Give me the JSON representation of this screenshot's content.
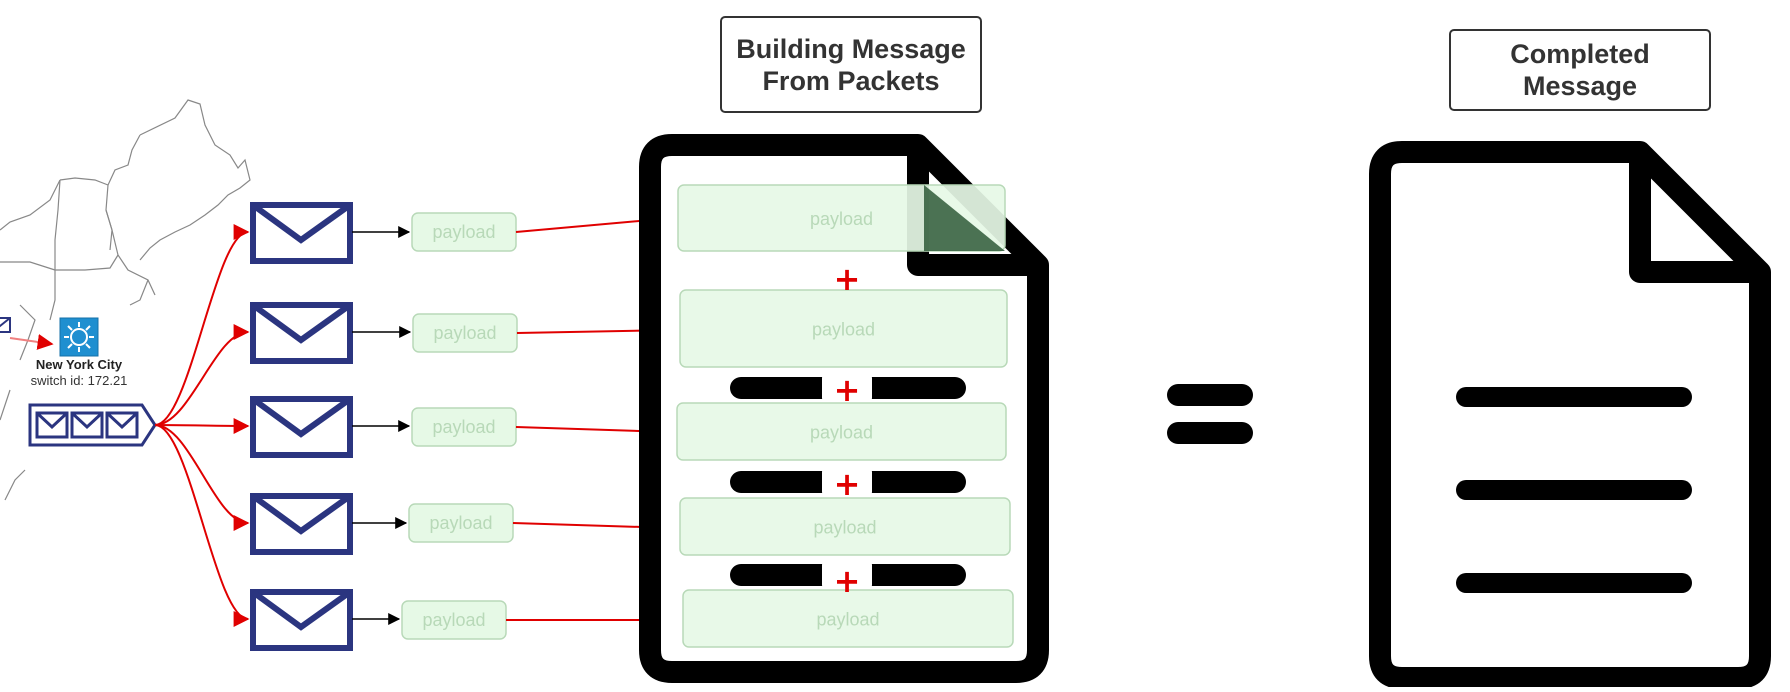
{
  "titles": {
    "building": [
      "Building Message",
      "From Packets"
    ],
    "completed": [
      "Completed",
      "Message"
    ]
  },
  "map": {
    "city": "New York City",
    "switch_id": "switch id: 172.21"
  },
  "packet_label": "payload",
  "segment_label": "payload",
  "plus_sign": "+",
  "equals_sign": "=",
  "colors": {
    "envelope": "#2b3580",
    "arrow_red": "#e00000",
    "payload_fill": "#e6f9e6",
    "payload_stroke": "#b8d9b8",
    "switch_blue": "#1f8fd0"
  }
}
